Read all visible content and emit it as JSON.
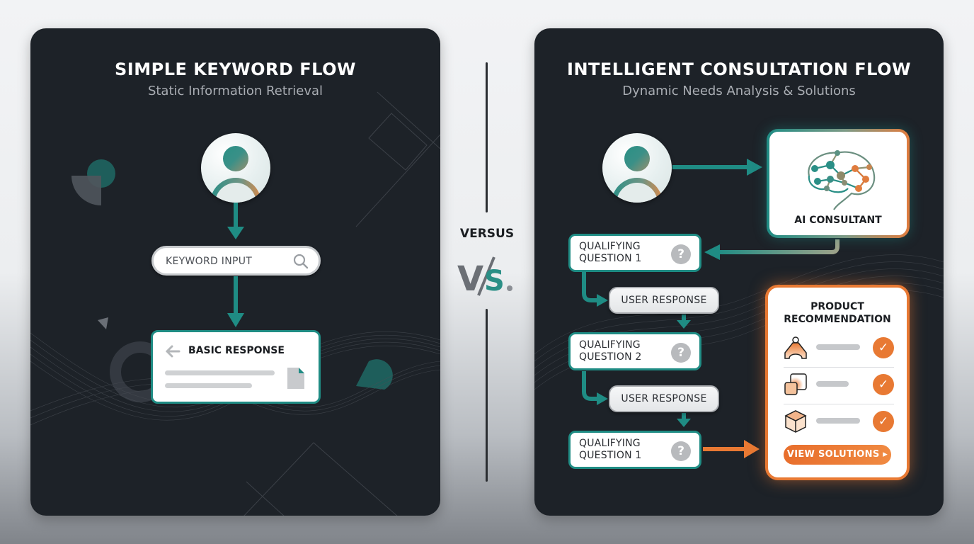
{
  "versus": {
    "label": "VERSUS",
    "glyph_v": "V",
    "glyph_s": "S.",
    "colors": {
      "v": "#6b6f75",
      "s": "#2a8f86"
    }
  },
  "left_panel": {
    "title": "SIMPLE KEYWORD FLOW",
    "subtitle": "Static Information Retrieval",
    "nodes": {
      "user": {
        "icon": "user-avatar-icon"
      },
      "keyword_input": {
        "label": "KEYWORD INPUT",
        "icon": "search-icon"
      },
      "basic_response": {
        "title": "BASIC RESPONSE",
        "icons": [
          "back-arrow-icon",
          "document-icon"
        ]
      }
    }
  },
  "right_panel": {
    "title": "INTELLIGENT CONSULTATION FLOW",
    "subtitle": "Dynamic Needs Analysis & Solutions",
    "nodes": {
      "user": {
        "icon": "user-avatar-icon"
      },
      "ai_consultant": {
        "label": "AI CONSULTANT",
        "icon": "brain-network-icon"
      },
      "questions": [
        {
          "line1": "QUALIFYING",
          "line2": "QUESTION 1",
          "icon": "?"
        },
        {
          "line1": "QUALIFYING",
          "line2": "QUESTION 2",
          "icon": "?"
        },
        {
          "line1": "QUALIFYING",
          "line2": "QUESTION 1",
          "icon": "?"
        }
      ],
      "user_responses": [
        {
          "label": "USER RESPONSE"
        },
        {
          "label": "USER RESPONSE"
        }
      ],
      "product_recommendation": {
        "title_line1": "PRODUCT",
        "title_line2": "RECOMMENDATION",
        "items": [
          {
            "icon": "arch-connector-icon",
            "check": "✓"
          },
          {
            "icon": "layered-squares-icon",
            "check": "✓"
          },
          {
            "icon": "cube-icon",
            "check": "✓"
          }
        ],
        "button": "VIEW SOLUTIONS ▸"
      }
    }
  },
  "colors": {
    "teal": "#1f8c84",
    "orange": "#e87933",
    "panel_bg": "#1d2228",
    "page_bg": "#eef0f2"
  }
}
